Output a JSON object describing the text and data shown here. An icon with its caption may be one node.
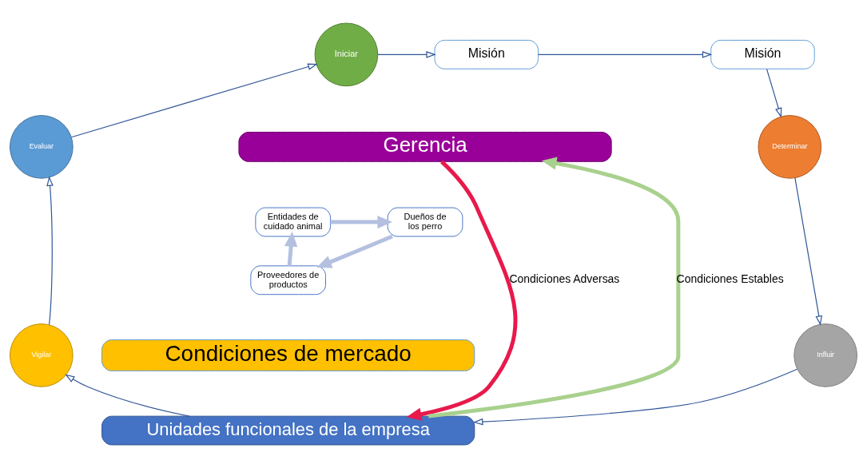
{
  "diagram": {
    "nodes": [
      {
        "text": [
          "Iniciar"
        ]
      },
      {
        "text": [
          "Misión"
        ]
      },
      {
        "text": [
          "Misión"
        ]
      },
      {
        "text": [
          "Determinar"
        ]
      },
      {
        "text": [
          "Influir"
        ]
      },
      {
        "text": [
          "Unidades funcionales de la empresa"
        ]
      },
      {
        "text": [
          "Vigilar"
        ]
      },
      {
        "text": [
          "Evaluar"
        ]
      },
      {
        "text": [
          "Gerencia"
        ]
      },
      {
        "text": [
          "Condiciones de mercado"
        ]
      },
      {
        "text": [
          "Entidades de cuidado animal"
        ]
      },
      {
        "text": [
          "Dueños de los perro"
        ]
      },
      {
        "text": [
          "Proveedores de productos"
        ]
      }
    ],
    "edges": [
      {
        "from": 7,
        "to": 0,
        "arrow": "to"
      },
      {
        "from": 0,
        "to": 1,
        "arrow": "to"
      },
      {
        "from": 1,
        "to": 2,
        "arrow": "to"
      },
      {
        "from": 2,
        "to": 3,
        "arrow": "to"
      },
      {
        "from": 3,
        "to": 4,
        "arrow": "to"
      },
      {
        "from": 4,
        "to": 5,
        "arrow": "to"
      },
      {
        "from": 5,
        "to": 6,
        "arrow": "to"
      },
      {
        "from": 6,
        "to": 7,
        "arrow": "to"
      },
      {
        "from": 8,
        "to": 5,
        "arrow": "to",
        "label": "Condiciones Adversas",
        "style": "thick",
        "color": "#e8194b"
      },
      {
        "from": 5,
        "to": 8,
        "arrow": "to",
        "label": "Condiciones Estables",
        "style": "thick",
        "color": "#a9d18e"
      },
      {
        "from": 10,
        "to": 11,
        "arrow": "to",
        "style": "thick",
        "color": "#b4c0e0"
      },
      {
        "from": 11,
        "to": 12,
        "arrow": "to",
        "style": "thick",
        "color": "#b4c0e0"
      },
      {
        "from": 12,
        "to": 10,
        "arrow": "to",
        "style": "thick",
        "color": "#b4c0e0"
      }
    ]
  }
}
